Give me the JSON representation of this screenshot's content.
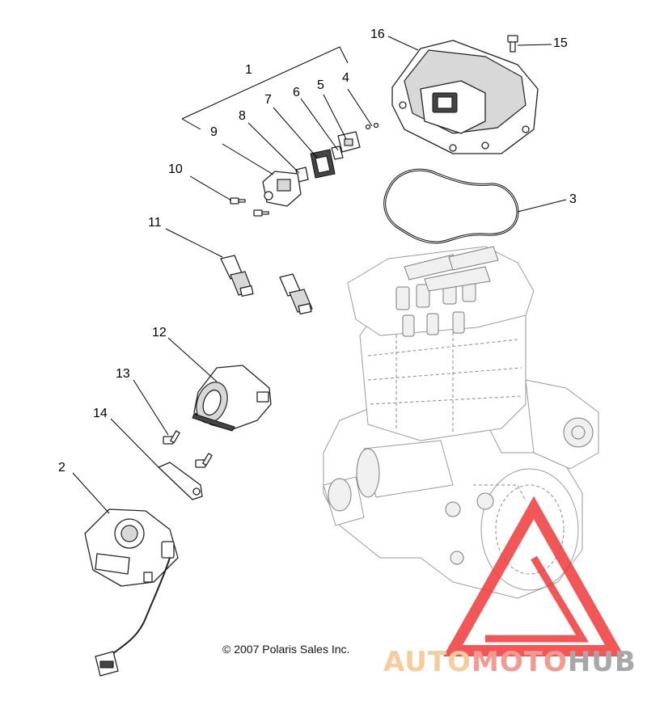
{
  "diagram": {
    "callouts": [
      {
        "id": "1",
        "label": "1"
      },
      {
        "id": "2",
        "label": "2"
      },
      {
        "id": "3",
        "label": "3"
      },
      {
        "id": "4",
        "label": "4"
      },
      {
        "id": "5",
        "label": "5"
      },
      {
        "id": "6",
        "label": "6"
      },
      {
        "id": "7",
        "label": "7"
      },
      {
        "id": "8",
        "label": "8"
      },
      {
        "id": "9",
        "label": "9"
      },
      {
        "id": "10",
        "label": "10"
      },
      {
        "id": "11",
        "label": "11"
      },
      {
        "id": "12",
        "label": "12"
      },
      {
        "id": "13",
        "label": "13"
      },
      {
        "id": "14",
        "label": "14"
      },
      {
        "id": "15",
        "label": "15"
      },
      {
        "id": "16",
        "label": "16"
      }
    ],
    "copyright": "© 2007 Polaris Sales Inc."
  },
  "watermark": {
    "part_a": "AUTO",
    "part_b": "MOTO",
    "part_c": "HUB",
    "color_a": "#f6c48a",
    "color_b": "#f08a80",
    "color_c": "#9a9a9a",
    "logo_color": "#f03a3a"
  }
}
